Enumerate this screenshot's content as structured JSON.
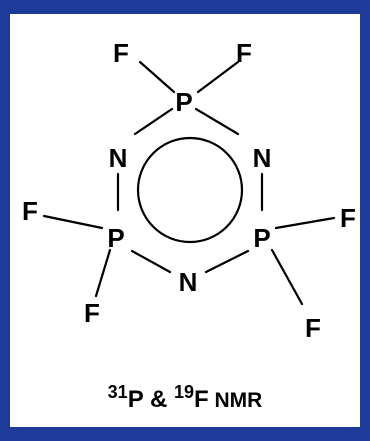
{
  "colors": {
    "frame": "#1e3b9a",
    "panel": "#ffffff",
    "ink": "#000000"
  },
  "molecule": {
    "atoms": {
      "p_top": "P",
      "p_left": "P",
      "p_right": "P",
      "n_left": "N",
      "n_right": "N",
      "n_bottom": "N",
      "f_top_left": "F",
      "f_top_right": "F",
      "f_left_upper": "F",
      "f_left_lower": "F",
      "f_right_upper": "F",
      "f_right_lower": "F"
    }
  },
  "caption": {
    "isotope_p": "31",
    "element_p": "P",
    "conjunction": " & ",
    "isotope_f": "19",
    "element_f": "F",
    "technique": " NMR"
  }
}
